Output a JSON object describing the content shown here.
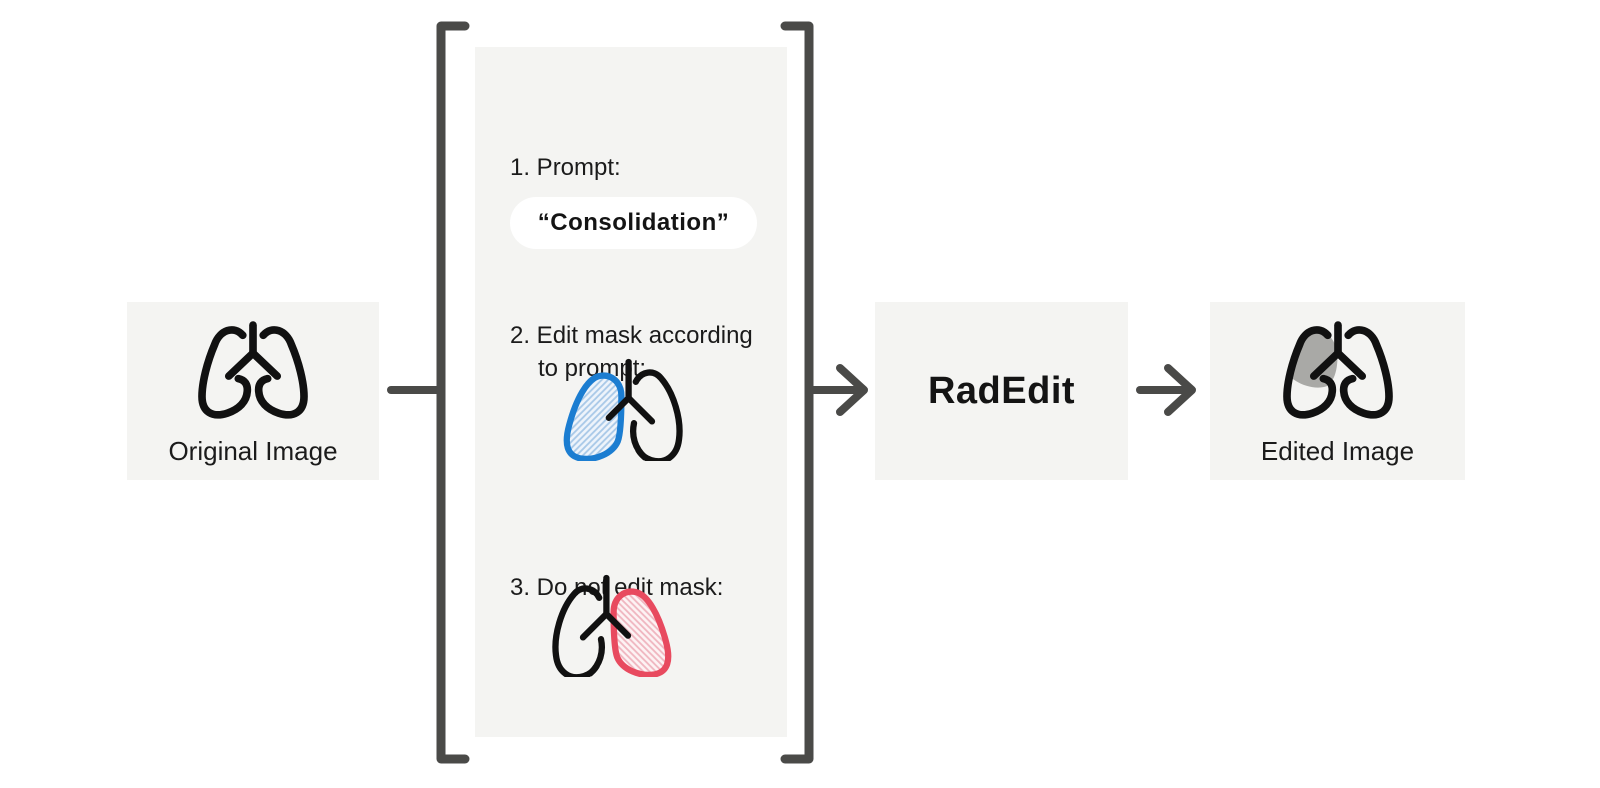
{
  "original": {
    "label": "Original Image"
  },
  "steps": {
    "prompt_label": "1. Prompt:",
    "prompt_value": "“Consolidation”",
    "edit_mask_line1": "2. Edit mask according",
    "edit_mask_line2": "to prompt:",
    "keep_mask_label": "3. Do not edit mask:"
  },
  "model": {
    "name": "RadEdit"
  },
  "edited": {
    "label": "Edited Image"
  },
  "icons": {
    "original": "lungs-icon",
    "edit_mask": "lungs-left-lung-highlighted-icon",
    "do_not_edit": "lungs-right-lung-highlighted-icon",
    "edited": "lungs-with-consolidation-region-icon",
    "flow": "arrow-right-icon",
    "grouping": "square-brackets"
  },
  "colors": {
    "background": "#ffffff",
    "box_bg": "#f4f4f2",
    "connector_gray": "#4a4a48",
    "icon_stroke": "#111111",
    "text_ink": "#1b1b1b",
    "pill_bg": "#ffffff",
    "edit_mask_blue": "#1b7dd1",
    "edit_mask_blue_hatch": "#a9c9e8",
    "edit_mask_blue_fill": "#eef4fb",
    "keep_mask_red": "#e84a5f",
    "keep_mask_red_hatch": "#f0b6c0",
    "keep_mask_red_fill": "#fdf3f4",
    "edited_region_gray": "#a9a9a6"
  }
}
